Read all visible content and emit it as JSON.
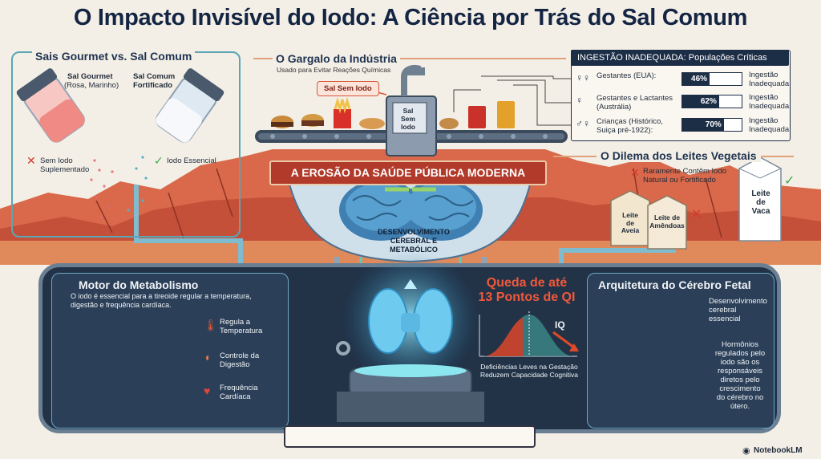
{
  "title": "O Impacto Invisível do Iodo: A Ciência por Trás do Sal Comum",
  "gourmet": {
    "title": "Sais Gourmet vs. Sal Comum",
    "gourmet_salt": "Sal Gourmet",
    "gourmet_salt_sub": "(Rosa, Marinho)",
    "common_salt": "Sal Comum",
    "common_salt_sub": "Fortificado",
    "no_iodine": "Sem Iodo",
    "no_iodine_sub": "Suplementado",
    "essential": "Iodo Essencial"
  },
  "industry": {
    "title": "O Gargalo da Indústria",
    "subtitle": "Usado para Evitar Reações Químicas",
    "badge": "Sal Sem Iodo",
    "machine_line1": "Sal",
    "machine_line2": "Sem",
    "machine_line3": "Iodo"
  },
  "intake": {
    "header": "INGESTÃO INADEQUADA: Populações Críticas",
    "rows": [
      {
        "group": "Gestantes (EUA):",
        "group2": "",
        "pct": 46,
        "pct_label": "46%",
        "result1": "Ingestão",
        "result2": "Inadequada"
      },
      {
        "group": "Gestantes e Lactantes",
        "group2": "(Austrália)",
        "pct": 62,
        "pct_label": "62%",
        "result1": "Ingestão",
        "result2": "Inadequada"
      },
      {
        "group": "Crianças (Histórico,",
        "group2": "Suiça pré-1922):",
        "pct": 70,
        "pct_label": "70%",
        "result1": "Ingestão",
        "result2": "Inadequada"
      }
    ]
  },
  "banner": "A EROSÃO DA SAÚDE PÚBLICA MODERNA",
  "plant_milk": {
    "title": "O Dilema dos Leites Vegetais",
    "note1": "Raramente Contêm Iodo",
    "note2": "Natural ou Fortificado",
    "oat_line1": "Leite",
    "oat_line2": "de",
    "oat_line3": "Aveia",
    "almond_line1": "Leite de",
    "almond_line2": "Amêndoas",
    "cow_line1": "Leite",
    "cow_line2": "de",
    "cow_line3": "Vaca"
  },
  "brain": {
    "line1": "DESENVOLVIMENTO",
    "line2": "CEREBRAL E METABÓLICO"
  },
  "metabolism": {
    "title": "Motor do Metabolismo",
    "desc": "O iodo é essencial para a tireoide regular a temperatura, digestão e frequência cardíaca.",
    "temp1": "Regula a",
    "temp2": "Temperatura",
    "digest1": "Controle da",
    "digest2": "Digestão",
    "heart1": "Frequência",
    "heart2": "Cardíaca"
  },
  "iq": {
    "title1": "Queda de até",
    "title2": "13 Pontos de QI",
    "axis_label": "IQ",
    "desc1": "Deficiências Leves na Gestação",
    "desc2": "Reduzem Capacidade Cognitiva"
  },
  "fetal": {
    "title": "Arquitetura do Cérebro Fetal",
    "note1_l1": "Desenvolvimento",
    "note1_l2": "cerebral",
    "note1_l3": "essencial",
    "note2_l1": "Hormônios",
    "note2_l2": "regulados pelo",
    "note2_l3": "iodo são os",
    "note2_l4": "responsáveis",
    "note2_l5": "diretos pelo",
    "note2_l6": "crescimento",
    "note2_l7": "do cérebro no",
    "note2_l8": "útero."
  },
  "brand": "NotebookLM",
  "colors": {
    "navy": "#1c2d46",
    "accent_red": "#b23a2a",
    "teal": "#5aa6b4",
    "orange_text": "#f2583a"
  }
}
